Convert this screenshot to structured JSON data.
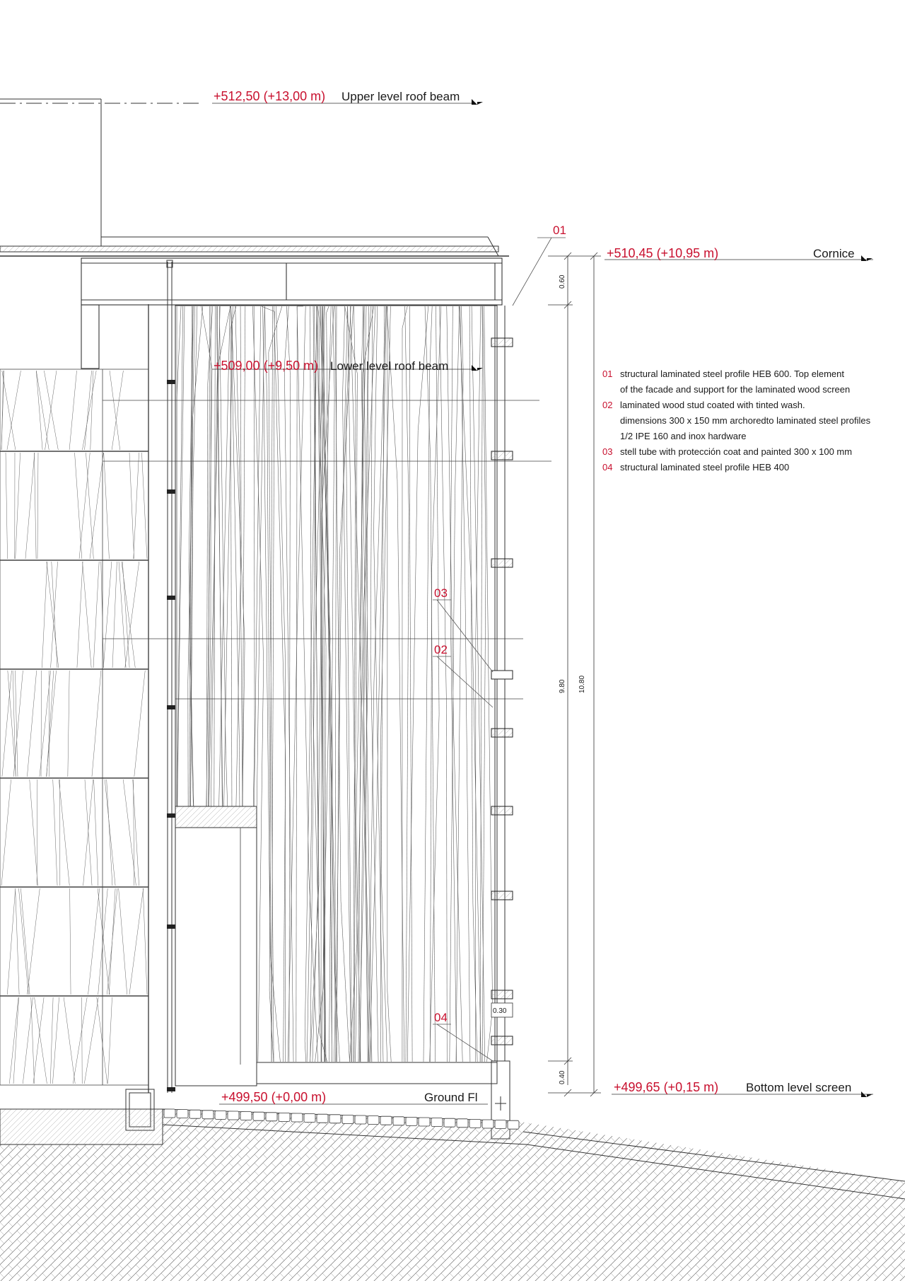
{
  "colors": {
    "accent": "#c8102e",
    "ink": "#1a1a1a"
  },
  "levels": {
    "upper_roof": {
      "value": "+512,50 (+13,00 m)",
      "label": "Upper level roof beam"
    },
    "cornice": {
      "value": "+510,45 (+10,95 m)",
      "label": "Cornice"
    },
    "lower_roof": {
      "value": "+509,00 (+9,50 m)",
      "label": "Lower level roof beam"
    },
    "ground": {
      "value": "+499,50 (+0,00 m)",
      "label": "Ground Fl"
    },
    "bottom_screen": {
      "value": "+499,65 (+0,15 m)",
      "label": "Bottom level screen"
    }
  },
  "callouts": [
    "01",
    "03",
    "02",
    "04"
  ],
  "dimensions": {
    "top": "0.60",
    "screen": "9.80",
    "total": "10.80",
    "bottom": "0.40",
    "tube": "0.30"
  },
  "notes": [
    {
      "num": "01",
      "lines": [
        "structural laminated steel profile HEB 600. Top element",
        "of the facade and support for the laminated wood screen"
      ]
    },
    {
      "num": "02",
      "lines": [
        "laminated wood stud coated with tinted wash.",
        "dimensions 300 x 150 mm archoredto laminated steel profiles",
        "1/2 IPE 160 and inox hardware"
      ]
    },
    {
      "num": "03",
      "lines": [
        "stell tube with protección coat and painted 300 x 100 mm"
      ]
    },
    {
      "num": "04",
      "lines": [
        "structural laminated steel profile HEB 400"
      ]
    }
  ]
}
